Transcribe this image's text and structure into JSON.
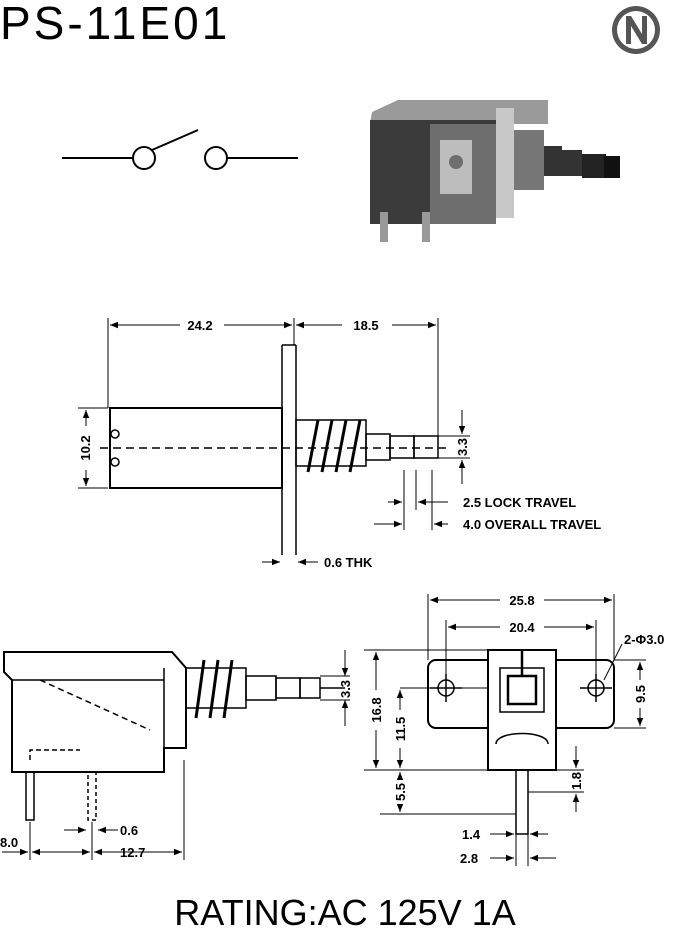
{
  "title": "PS-11E01",
  "brand": {
    "logo_letter": "N"
  },
  "rating": "RATING:AC 125V 1A",
  "top_view": {
    "width_body": "24.2",
    "width_plunger": "18.5",
    "height_body": "10.2",
    "plunger_dia": "3.3",
    "lock_travel": "2.5 LOCK TRAVEL",
    "overall_travel": "4.0 OVERALL TRAVEL",
    "bracket_thickness": "0.6 THK"
  },
  "side_view": {
    "plunger_dia": "3.3",
    "pin_offset": "8.0",
    "pin_thickness": "0.6",
    "pin_spacing": "12.7"
  },
  "front_view": {
    "overall_width": "25.8",
    "hole_pitch": "20.4",
    "hole_callout": "2-Φ3.0",
    "bracket_height": "9.5",
    "overall_height": "16.8",
    "body_height": "11.5",
    "pin_length": "5.5",
    "pin_height": "1.8",
    "pin_width": "1.4",
    "pin_pitch": "2.8"
  }
}
